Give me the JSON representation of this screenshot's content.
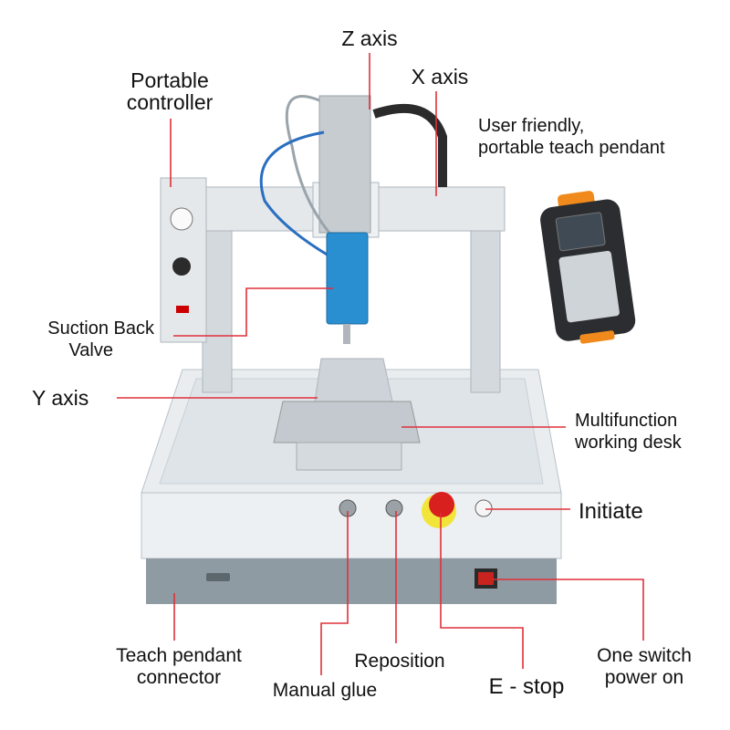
{
  "labels": {
    "z_axis": "Z  axis",
    "x_axis": "X axis",
    "portable_controller": [
      "Portable",
      "controller"
    ],
    "teach_pendant": [
      "User friendly,",
      "portable teach pendant"
    ],
    "suction_back_valve": [
      "Suction Back",
      "Valve"
    ],
    "y_axis": "Y  axis",
    "working_desk": [
      "Multifunction",
      "working desk"
    ],
    "initiate": "Initiate",
    "teach_pendant_connector": [
      "Teach pendant",
      "connector"
    ],
    "manual_glue": "Manual glue",
    "reposition": "Reposition",
    "e_stop": "E - stop",
    "one_switch": [
      "One switch",
      "power on"
    ]
  },
  "colors": {
    "leader_line": "#e0303a",
    "machine_frame": "#d4d9de",
    "base_front": "#8f9ba3",
    "valve_blue": "#2a8fd0",
    "estop_red": "#d8201e",
    "estop_yellow": "#f1e53a",
    "pendant_body": "#2b2d30",
    "pendant_orange": "#f08a1c"
  }
}
